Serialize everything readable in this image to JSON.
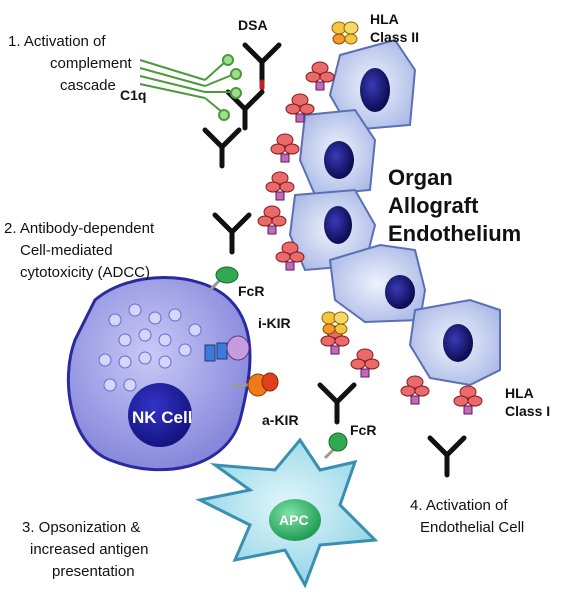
{
  "labels": {
    "activation_complement": [
      "1. Activation of",
      "complement",
      "cascade"
    ],
    "c1q": "C1q",
    "dsa": "DSA",
    "hla_class_ii": [
      "HLA",
      "Class II"
    ],
    "organ_allograft": [
      "Organ",
      "Allograft",
      "Endothelium"
    ],
    "adcc": [
      "2. Antibody-dependent",
      "Cell-mediated",
      "cytotoxicity  (ADCC)"
    ],
    "fcr_nk": "FcR",
    "i_kir": "i-KIR",
    "a_kir": "a-KIR",
    "nk_cell": "NK Cell",
    "fcr_apc": "FcR",
    "hla_class_i": [
      "HLA",
      "Class I"
    ],
    "opsonization": [
      "3. Opsonization &",
      "increased antigen",
      "presentation"
    ],
    "apc": "APC",
    "activation_endothelial": [
      "4. Activation of",
      "Endothelial Cell"
    ]
  },
  "colors": {
    "endothelial_cell": "#c9d4f0",
    "endothelial_nucleus": "#1a1a6e",
    "nk_cell": "#8f8fe0",
    "nk_nucleus": "#20209a",
    "apc": "#aee4f0",
    "apc_nucleus": "#2fbf6a",
    "hla_class_i": "#e86a6a",
    "hla_class_ii": "#f5c542",
    "antibody": "#111111",
    "c1q": "#7bc96b",
    "fcr": "#2fa84f",
    "i_kir": "#c79be0",
    "a_kir": "#f07a1a"
  }
}
